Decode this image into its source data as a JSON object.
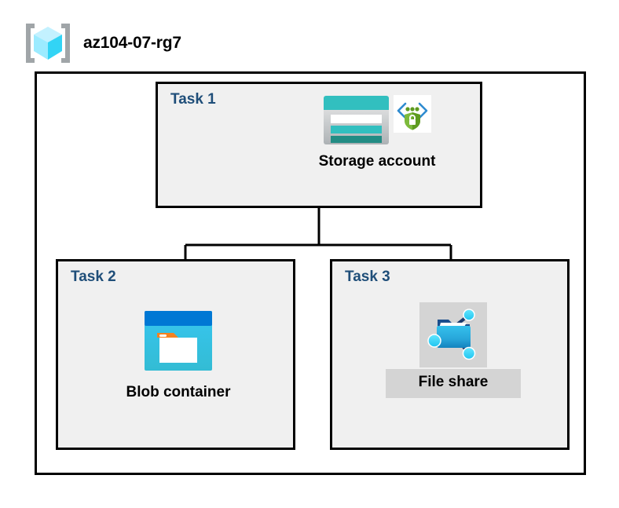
{
  "diagram": {
    "type": "azure-architecture-diagram",
    "resource_group": {
      "name": "az104-07-rg7",
      "icon": "azure-resource-group-icon"
    },
    "tasks": [
      {
        "label": "Task 1",
        "node_caption": "Storage account",
        "icons": [
          "storage-account-icon",
          "secure-endpoint-shield-icon"
        ],
        "highlighted": false
      },
      {
        "label": "Task 2",
        "node_caption": "Blob container",
        "icons": [
          "blob-container-icon"
        ],
        "highlighted": false
      },
      {
        "label": "Task 3",
        "node_caption": "File share",
        "icons": [
          "file-share-icon"
        ],
        "highlighted": true
      }
    ],
    "connectors": [
      {
        "from": "Storage account",
        "to": "Blob container"
      },
      {
        "from": "Storage account",
        "to": "File share"
      }
    ],
    "colors": {
      "task_label": "#1F4E79",
      "task_box_fill": "#F0F0F0",
      "box_border": "#000000",
      "canvas": "#FFFFFF",
      "highlight": "#D4D4D4",
      "storage_teal": "#32BFBF",
      "storage_teal_dark": "#228C84",
      "blob_blue": "#0078D4",
      "blob_cyan": "#32C8EA",
      "blob_orange": "#F58220",
      "fileshare_blue": "#2BB3E3",
      "fileshare_node": "#32D2F2",
      "shield_green": "#5E9B20",
      "rg_cube_cyan": "#50E6FF",
      "rg_bracket_gray": "#A0A5A8"
    }
  }
}
